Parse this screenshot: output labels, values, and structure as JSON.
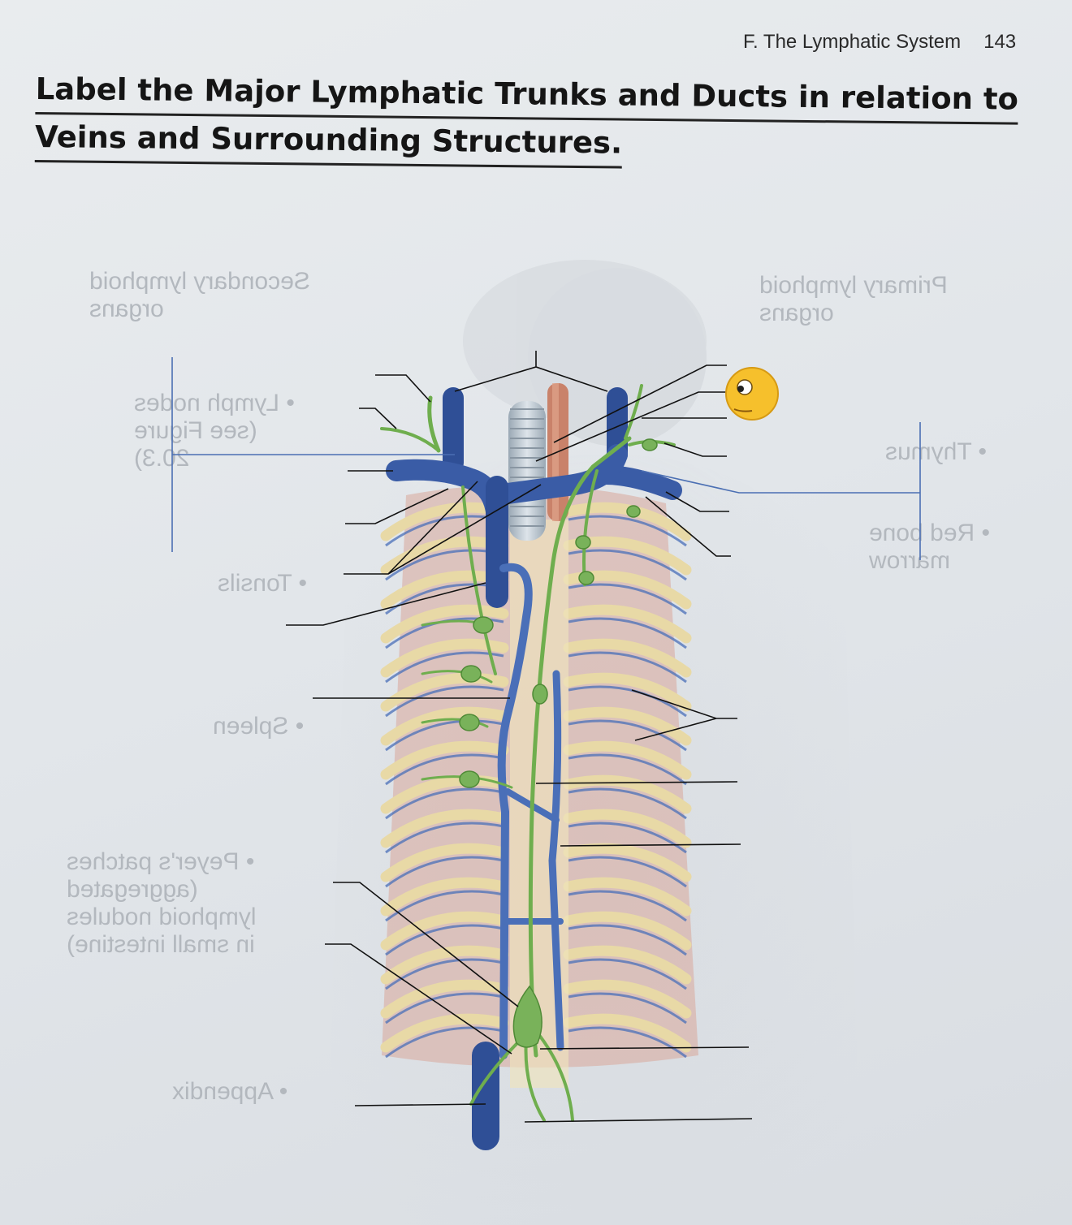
{
  "header": {
    "section": "F. The Lymphatic System",
    "page_number": "143"
  },
  "title": {
    "line1": "Label the Major Lymphatic Trunks and Ducts in relation to",
    "line2": "Veins and Surrounding Structures."
  },
  "bleed_through": {
    "secondary": "Secondary lymphoid\norgans",
    "primary": "Primary lymphoid\norgans",
    "lymph_nodes": "• Lymph nodes\n(see Figure\n20.3)",
    "tonsils": "• Tonsils",
    "spleen": "• Spleen",
    "peyers": "• Peyer's patches\n(aggregated\nlymphoid nodules\nin small intestine)",
    "appendix": "• Appendix",
    "thymus": "• Thymus",
    "red_bone": "• Red bone\nmarrow"
  },
  "colors": {
    "vein": "#4a6fb8",
    "lymph": "#6fae4e",
    "rib": "#e8d9a6",
    "muscle": "#c98a82",
    "artery": "#c9826a"
  }
}
